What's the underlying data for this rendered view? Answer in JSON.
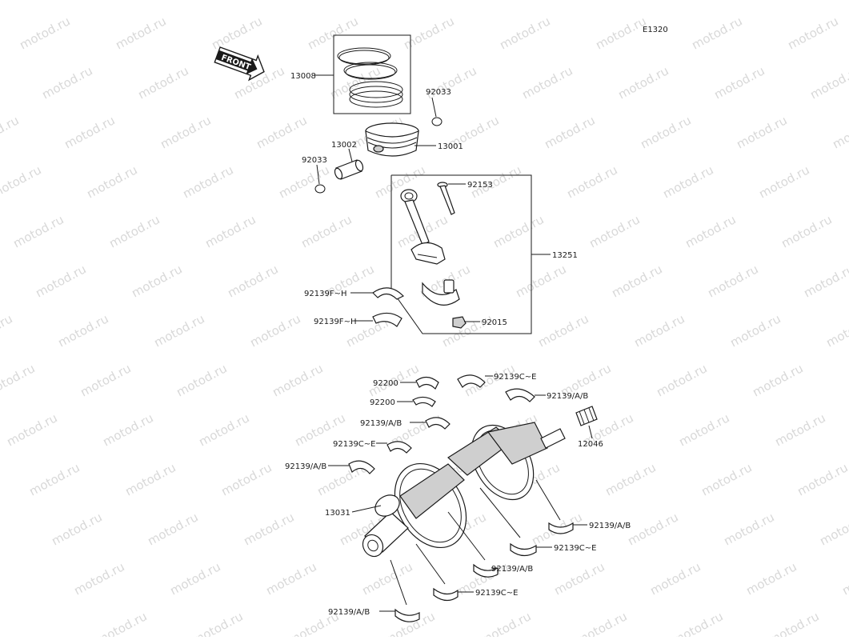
{
  "diagram_code": "E1320",
  "front_label": "FRONT",
  "watermark_text": "motod.ru",
  "labels": {
    "l13008": "13008",
    "l92033a": "92033",
    "l13001": "13001",
    "l13002": "13002",
    "l92033b": "92033",
    "l92153": "92153",
    "l13251": "13251",
    "l92139fh1": "92139F~H",
    "l92139fh2": "92139F~H",
    "l92015": "92015",
    "l92200a": "92200",
    "l92139ce1": "92139C~E",
    "l92200b": "92200",
    "l92139ab1": "92139/A/B",
    "l92139ab2": "92139/A/B",
    "l92139ce2": "92139C~E",
    "l12046": "12046",
    "l92139ab3": "92139/A/B",
    "l13031": "13031",
    "l92139ab4": "92139/A/B",
    "l92139ce3": "92139C~E",
    "l92139ab5": "92139/A/B",
    "l92139ce4": "92139C~E",
    "l92139ab6": "92139/A/B"
  }
}
